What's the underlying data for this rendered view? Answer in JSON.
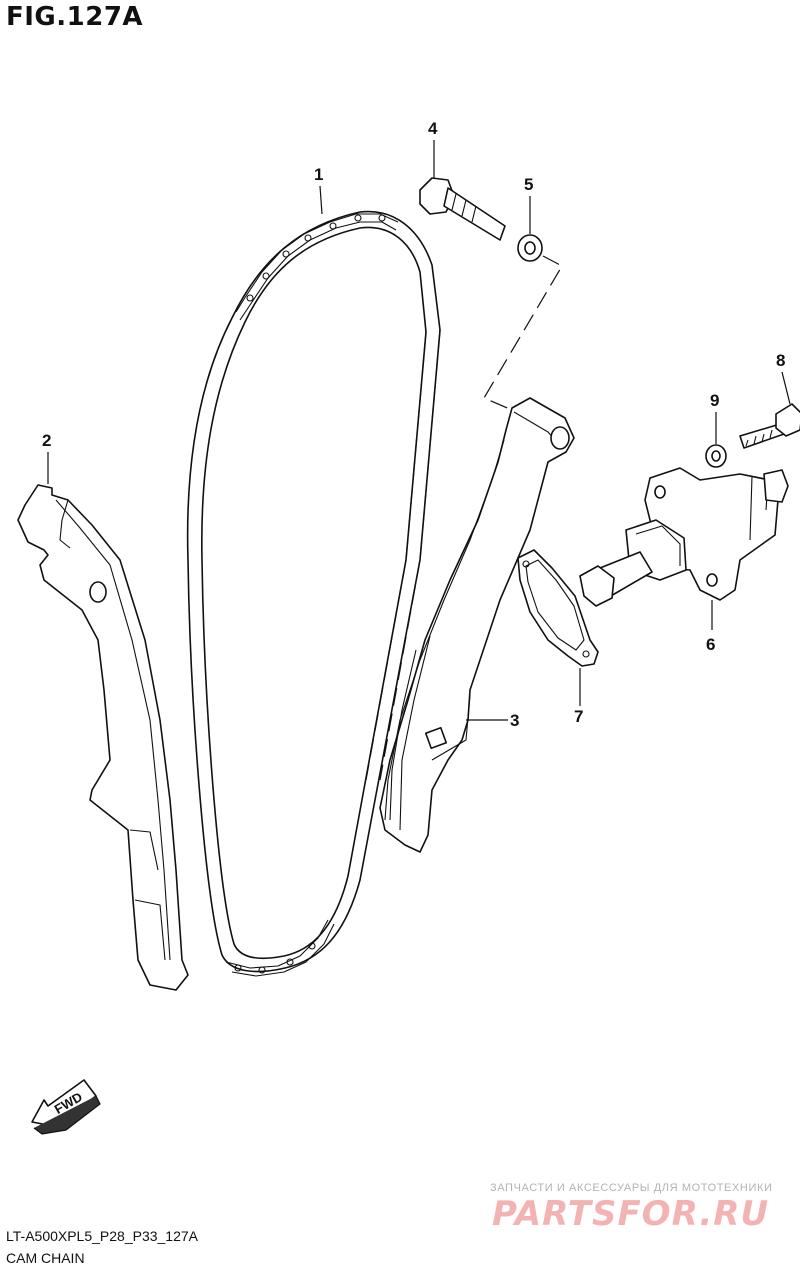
{
  "figure": {
    "title": "FIG.127A",
    "reference_code": "LT-A500XPL5_P28_P33_127A",
    "caption": "CAM CHAIN"
  },
  "callouts": [
    {
      "id": "1",
      "label": "1"
    },
    {
      "id": "2",
      "label": "2"
    },
    {
      "id": "3",
      "label": "3"
    },
    {
      "id": "4",
      "label": "4"
    },
    {
      "id": "5",
      "label": "5"
    },
    {
      "id": "6",
      "label": "6"
    },
    {
      "id": "7",
      "label": "7"
    },
    {
      "id": "8",
      "label": "8"
    },
    {
      "id": "9",
      "label": "9"
    }
  ],
  "direction_marker": {
    "label": "FWD"
  },
  "watermark": {
    "tagline": "ЗАПЧАСТИ И АКСЕССУАРЫ ДЛЯ МОТОТЕХНИКИ",
    "brand": "PARTSFOR.RU"
  }
}
